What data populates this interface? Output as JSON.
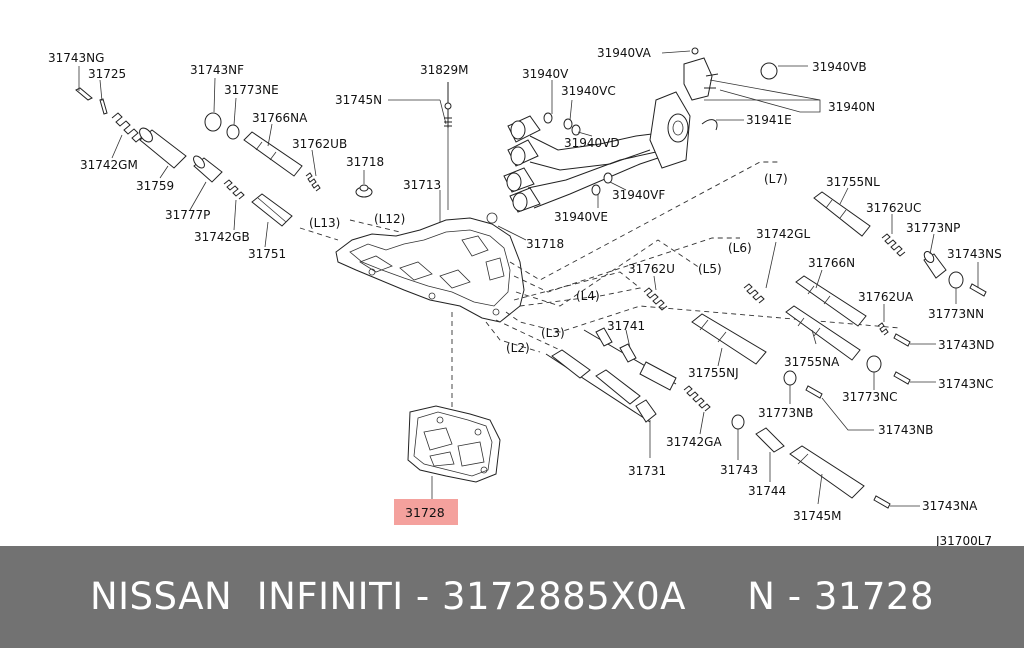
{
  "diagram": {
    "drawing_code": "J31700L7",
    "highlighted_part": "31728",
    "highlight_color": "#f4a19d",
    "parts": [
      "31743NG",
      "31725",
      "31742GM",
      "31759",
      "31777P",
      "31742GB",
      "31751",
      "31743NF",
      "31773NE",
      "31766NA",
      "31762UB",
      "31718",
      "31745N",
      "31829M",
      "31713",
      "31718",
      "31940V",
      "31940VC",
      "31940VD",
      "31940VE",
      "31940VF",
      "31940VA",
      "31940VB",
      "31940N",
      "31941E",
      "31755NL",
      "31762UC",
      "31773NP",
      "31743NS",
      "31773NN",
      "31742GL",
      "31766N",
      "31762UA",
      "31743ND",
      "31762U",
      "31741",
      "31755NJ",
      "31755NA",
      "31773NC",
      "31743NC",
      "31773NB",
      "31743NB",
      "31742GA",
      "31743",
      "31744",
      "31745M",
      "31743NA",
      "31731",
      "31728"
    ],
    "line_tags": [
      "(L13)",
      "(L12)",
      "(L7)",
      "(L6)",
      "(L5)",
      "(L4)",
      "(L3)",
      "(L2)"
    ]
  },
  "footer": {
    "text": "NISSAN  INFINITI - 3172885X0A     N - 31728",
    "background": "#727272",
    "color": "#ffffff"
  }
}
